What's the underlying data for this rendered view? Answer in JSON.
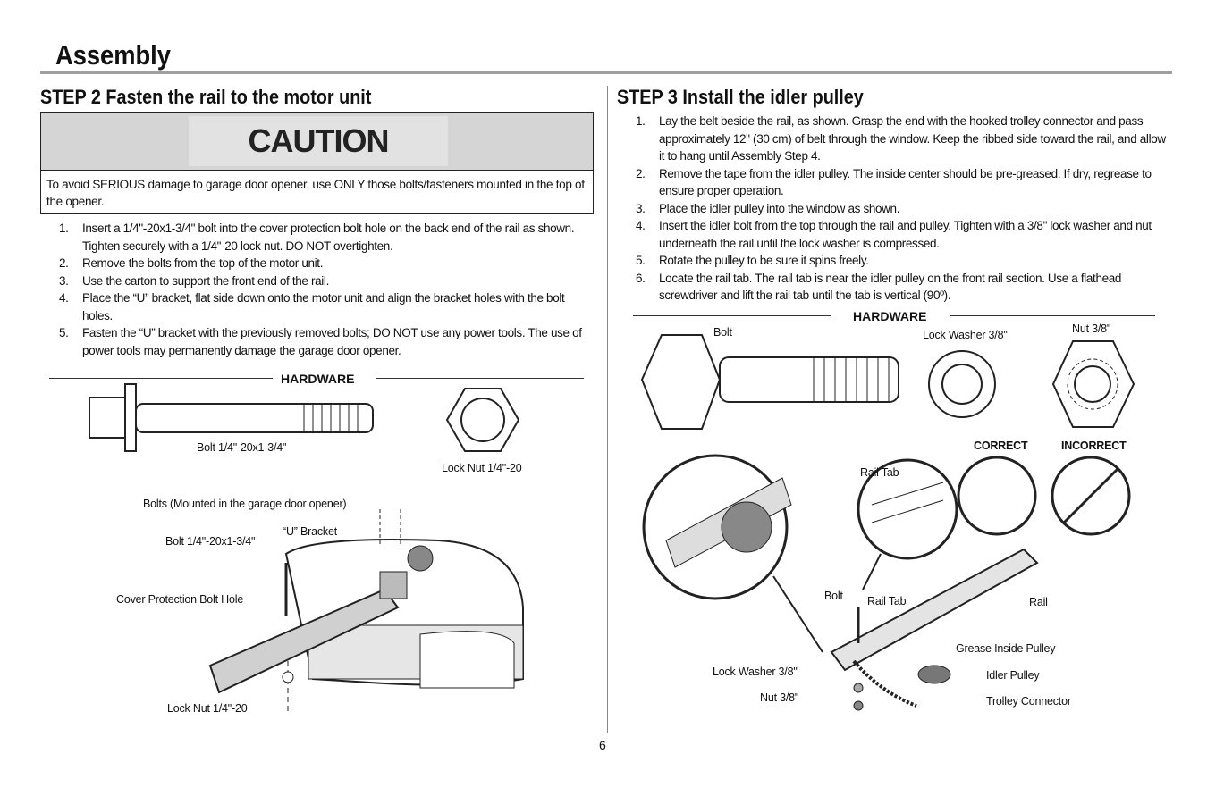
{
  "page_title": "Assembly",
  "page_number": "6",
  "step2": {
    "heading": "STEP 2 Fasten the rail to the motor unit",
    "caution_title": "CAUTION",
    "caution_text": "To avoid SERIOUS damage to garage door opener, use ONLY those bolts/fasteners mounted in the top of the opener.",
    "steps": [
      {
        "n": "1.",
        "text": "Insert a 1/4\"-20x1-3/4\" bolt into the cover protection bolt hole on the back end of the rail as shown. Tighten securely with a 1/4\"-20 lock nut. DO NOT overtighten."
      },
      {
        "n": "2.",
        "text": "Remove the bolts from the top of the motor unit."
      },
      {
        "n": "3.",
        "text": "Use the carton to support the front end of the rail."
      },
      {
        "n": "4.",
        "text": "Place the “U” bracket, flat side down onto the motor unit and align the bracket holes with the bolt holes."
      },
      {
        "n": "5.",
        "text": "Fasten the “U” bracket with the previously removed bolts; DO NOT use any power tools. The use of power tools may permanently damage the garage door opener."
      }
    ],
    "hardware_label": "HARDWARE",
    "labels": {
      "bolt": "Bolt 1/4\"-20x1-3/4\"",
      "lock_nut": "Lock Nut 1/4\"-20",
      "bolts_mounted": "Bolts (Mounted in the garage door opener)",
      "u_bracket": "“U” Bracket",
      "bolt2": "Bolt 1/4\"-20x1-3/4\"",
      "cover_hole": "Cover Protection Bolt Hole",
      "lock_nut2": "Lock Nut 1/4\"-20"
    }
  },
  "step3": {
    "heading": "STEP 3 Install the idler pulley",
    "steps": [
      {
        "n": "1.",
        "text": "Lay the belt beside the rail, as shown. Grasp the end with the hooked trolley connector and pass approximately 12\" (30 cm) of belt through the window. Keep the ribbed side toward the rail, and allow it to hang until Assembly Step 4."
      },
      {
        "n": "2.",
        "text": "Remove the tape from the idler pulley. The inside center should be pre-greased. If dry, regrease to ensure proper operation."
      },
      {
        "n": "3.",
        "text": "Place the idler pulley into the window as shown."
      },
      {
        "n": "4.",
        "text": "Insert the idler bolt from the top through the rail and pulley. Tighten with a 3/8\" lock washer and nut underneath the rail until the lock washer is compressed."
      },
      {
        "n": "5.",
        "text": "Rotate the pulley to be sure it spins freely."
      },
      {
        "n": "6.",
        "text": "Locate the rail tab. The rail tab is near the idler pulley on the front rail section. Use a flathead screwdriver and lift the rail tab until the tab is vertical (90º)."
      }
    ],
    "hardware_label": "HARDWARE",
    "labels": {
      "bolt": "Bolt",
      "lock_washer": "Lock Washer 3/8\"",
      "nut": "Nut 3/8\"",
      "correct": "CORRECT",
      "incorrect": "INCORRECT",
      "rail_tab": "Rail Tab",
      "bolt2": "Bolt",
      "rail_tab2": "Rail Tab",
      "rail": "Rail",
      "grease": "Grease Inside Pulley",
      "lock_washer2": "Lock Washer 3/8\"",
      "idler_pulley": "Idler Pulley",
      "nut2": "Nut 3/8\"",
      "trolley_connector": "Trolley Connector"
    }
  }
}
